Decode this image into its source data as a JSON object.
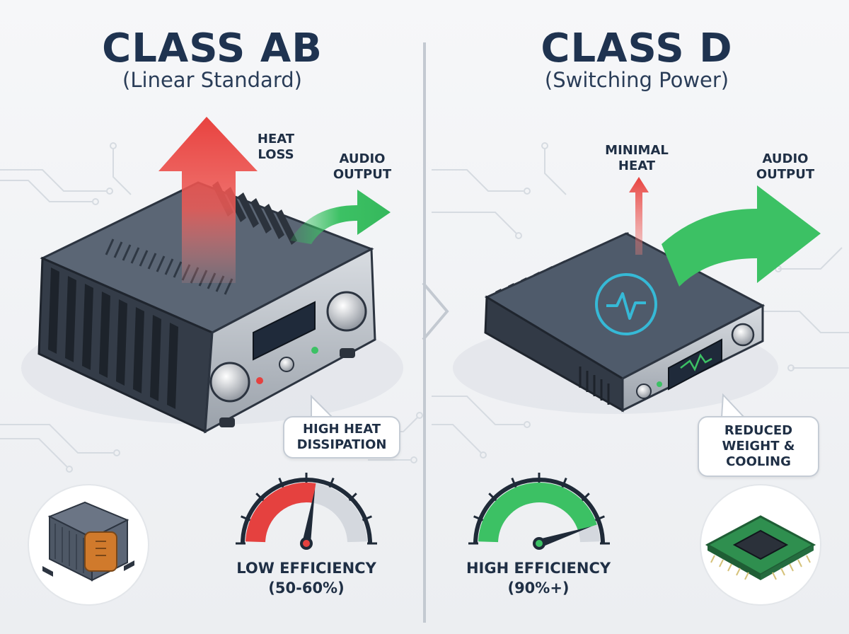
{
  "left": {
    "title": "CLASS AB",
    "subtitle": "(Linear Standard)",
    "heat_label_1": "HEAT",
    "heat_label_2": "LOSS",
    "output_label_1": "AUDIO",
    "output_label_2": "OUTPUT",
    "callout_1": "HIGH HEAT",
    "callout_2": "DISSIPATION",
    "efficiency_1": "LOW EFFICIENCY",
    "efficiency_2": "(50-60%)",
    "gauge_level": 0.55,
    "icon": "transformer-icon"
  },
  "right": {
    "title": "CLASS D",
    "subtitle": "(Switching Power)",
    "heat_label_1": "MINIMAL",
    "heat_label_2": "HEAT",
    "output_label_1": "AUDIO",
    "output_label_2": "OUTPUT",
    "callout_1": "REDUCED",
    "callout_2": "WEIGHT &",
    "callout_3": "COOLING",
    "efficiency_1": "HIGH EFFICIENCY",
    "efficiency_2": "(90%+)",
    "gauge_level": 0.9,
    "icon": "chip-icon"
  },
  "colors": {
    "heat": "#e5413f",
    "output": "#3cc164",
    "title": "#1f3350",
    "accent": "#36b9d6"
  }
}
